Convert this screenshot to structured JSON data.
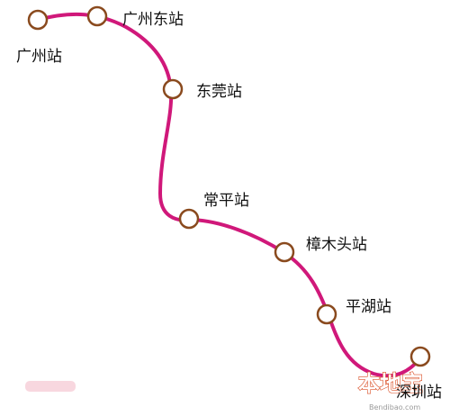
{
  "colors": {
    "route": "#d0187a",
    "station_stroke": "#8a4a1e",
    "label": "#111111",
    "watermark_orange": "#e8642c",
    "watermark_red": "#d9491f"
  },
  "stations": [
    {
      "id": "guangzhou",
      "name": "广州站"
    },
    {
      "id": "guangzhou-east",
      "name": "广州东站"
    },
    {
      "id": "dongguan",
      "name": "东莞站"
    },
    {
      "id": "changping",
      "name": "常平站"
    },
    {
      "id": "zhangmutou",
      "name": "樟木头站"
    },
    {
      "id": "pinghu",
      "name": "平湖站"
    },
    {
      "id": "shenzhen",
      "name": "深圳站"
    }
  ],
  "watermark": {
    "brand": "本地宝",
    "url": "Bendibao.com"
  }
}
